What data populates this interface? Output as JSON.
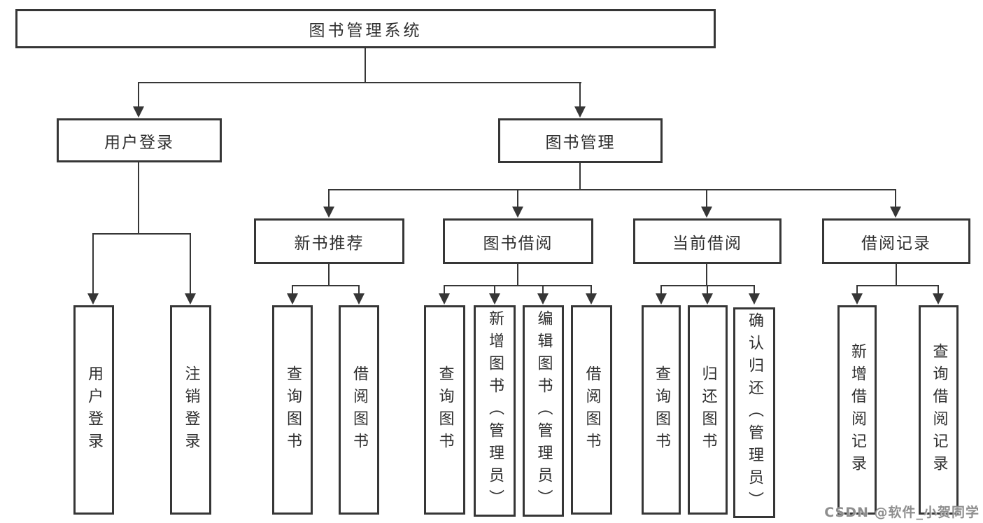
{
  "tree": {
    "root": "图书管理系统",
    "level1": [
      "用户登录",
      "图书管理"
    ],
    "level2": [
      "新书推荐",
      "图书借阅",
      "当前借阅",
      "借阅记录"
    ],
    "leaves_user": [
      "用户登录",
      "注销登录"
    ],
    "leaves_recommend": [
      "查询图书",
      "借阅图书"
    ],
    "leaves_borrow": [
      "查询图书",
      "新增图书（管理员）",
      "编辑图书（管理员）",
      "借阅图书"
    ],
    "leaves_current": [
      "查询图书",
      "归还图书",
      "确认归还（管理员）"
    ],
    "leaves_records": [
      "新增借阅记录",
      "查询借阅记录"
    ]
  },
  "watermark": "CSDN @软件_小贺同学",
  "colors": {
    "line": "#363636",
    "box_border": "#363636",
    "text": "#2f2f2f",
    "background": "#ffffff",
    "watermark": "#8e8e8e"
  }
}
